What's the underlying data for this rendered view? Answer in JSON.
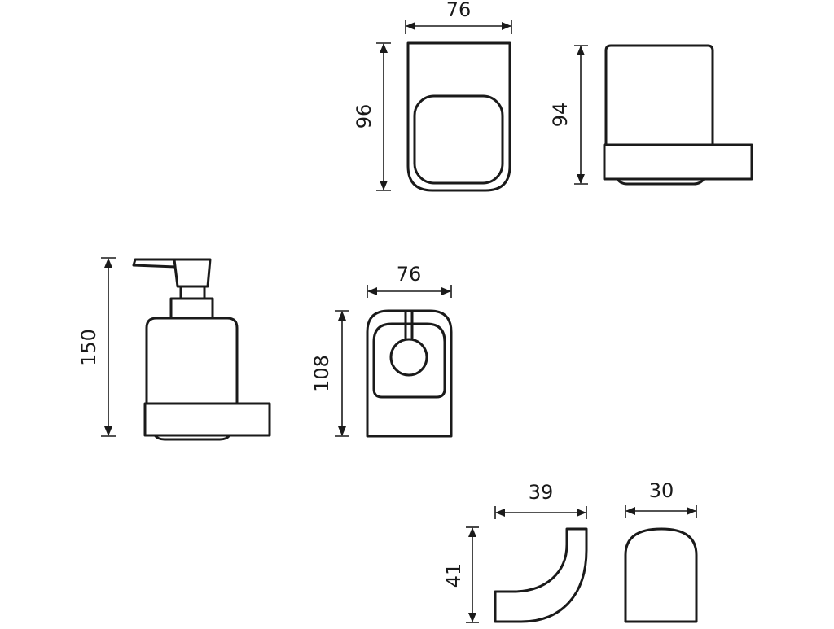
{
  "dimensions": {
    "tumbler_front_width": "76",
    "tumbler_front_height": "96",
    "tumbler_side_height": "94",
    "dispenser_height": "150",
    "dispenser_top_width": "76",
    "dispenser_top_height": "108",
    "hook_side_width": "39",
    "hook_side_height": "41",
    "hook_front_width": "30"
  },
  "colors": {
    "line": "#1a1a1a",
    "background": "#ffffff"
  }
}
